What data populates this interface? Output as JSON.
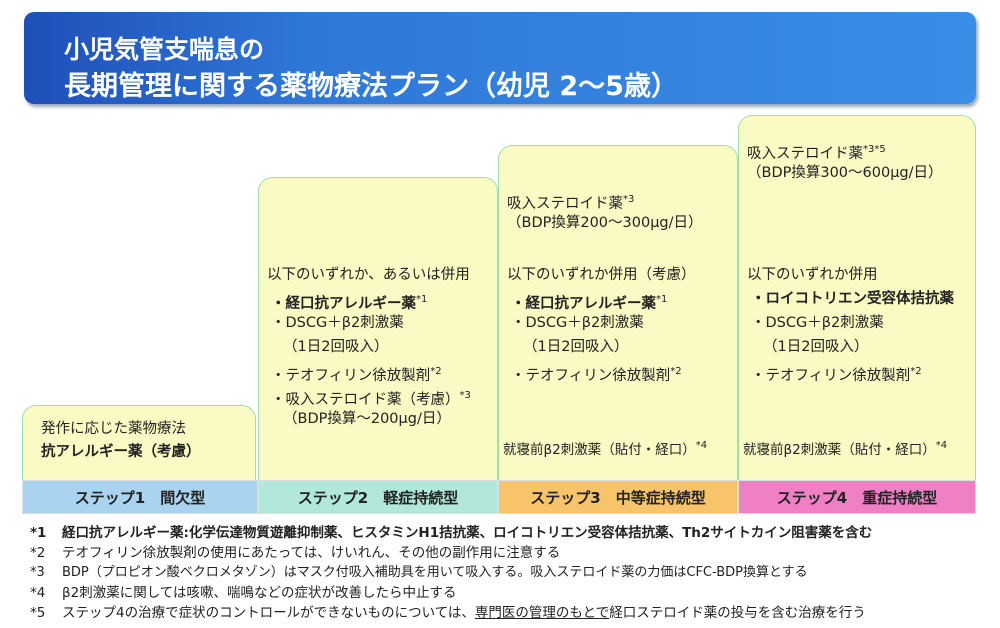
{
  "title": {
    "line1": "小児気管支喘息の",
    "line2": "長期管理に関する薬物療法プラン（幼児 2～5歳）"
  },
  "steps": [
    {
      "label": "ステップ1　間欠型",
      "color": "#a9d3ee",
      "lines": [
        "発作に応じた薬物療法",
        "抗アレルギー薬（考慮）"
      ]
    },
    {
      "label": "ステップ2　軽症持続型",
      "color": "#b2e8da",
      "lines": [
        "以下のいずれか、あるいは併用",
        "・経口抗アレルギー薬",
        "*1",
        "・DSCG＋β2刺激薬",
        "（1日2回吸入）",
        "・テオフィリン徐放製剤",
        "*2",
        "・吸入ステロイド薬（考慮）",
        "*3",
        "（BDP換算～200μg/日）"
      ]
    },
    {
      "label": "ステップ3　中等症持続型",
      "color": "#f7c46c",
      "lines": [
        "吸入ステロイド薬",
        "*3",
        "（BDP換算200～300μg/日）",
        "以下のいずれか併用（考慮）",
        "・経口抗アレルギー薬",
        "*1",
        "・DSCG＋β2刺激薬",
        "（1日2回吸入）",
        "・テオフィリン徐放製剤",
        "*2",
        "就寝前β2刺激薬（貼付・経口）",
        "*4"
      ]
    },
    {
      "label": "ステップ4　重症持続型",
      "color": "#f080c4",
      "lines": [
        "吸入ステロイド薬",
        "*3*5",
        "（BDP換算300～600μg/日）",
        "以下のいずれか併用",
        "・ロイコトリエン受容体拮抗薬",
        "・DSCG＋β2刺激薬",
        "（1日2回吸入）",
        "・テオフィリン徐放製剤",
        "*2",
        "就寝前β2刺激薬（貼付・経口）",
        "*4"
      ]
    }
  ],
  "footnotes": [
    {
      "mark": "*1",
      "text": "経口抗アレルギー薬:化学伝達物質遊離抑制薬、ヒスタミンH1拮抗薬、ロイコトリエン受容体拮抗薬、Th2サイトカイン阻害薬を含む"
    },
    {
      "mark": "*2",
      "text": "テオフィリン徐放製剤の使用にあたっては、けいれん、その他の副作用に注意する"
    },
    {
      "mark": "*3",
      "text": "BDP（プロピオン酸ベクロメタゾン）はマスク付吸入補助具を用いて吸入する。吸入ステロイド薬の力価はCFC-BDP換算とする"
    },
    {
      "mark": "*4",
      "text": "β2刺激薬に関しては咳嗽、喘鳴などの症状が改善したら中止する"
    },
    {
      "mark": "*5",
      "text_a": "ステップ4の治療で症状のコントロールができないものについては、",
      "text_u": "専門医の管理のもとで",
      "text_b": "経口ステロイド薬の投与を含む治療を行う"
    }
  ]
}
